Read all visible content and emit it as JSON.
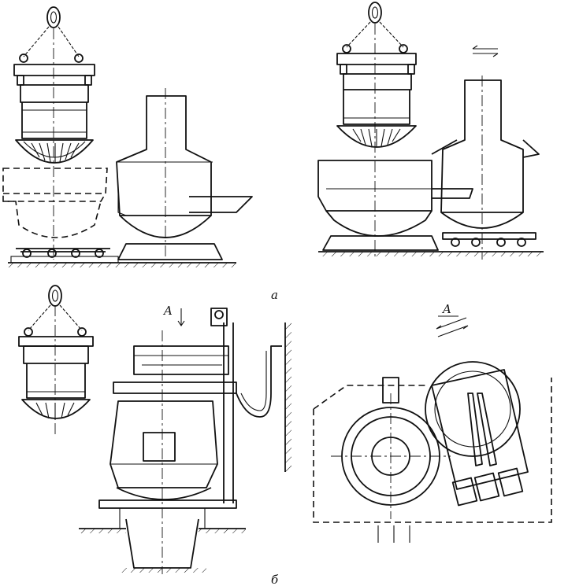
{
  "labels": {
    "part_a": "a",
    "part_b": "б",
    "view_arrow_top": "A",
    "view_label": "A"
  },
  "colors": {
    "ink": "#111111",
    "paper": "#ffffff"
  }
}
